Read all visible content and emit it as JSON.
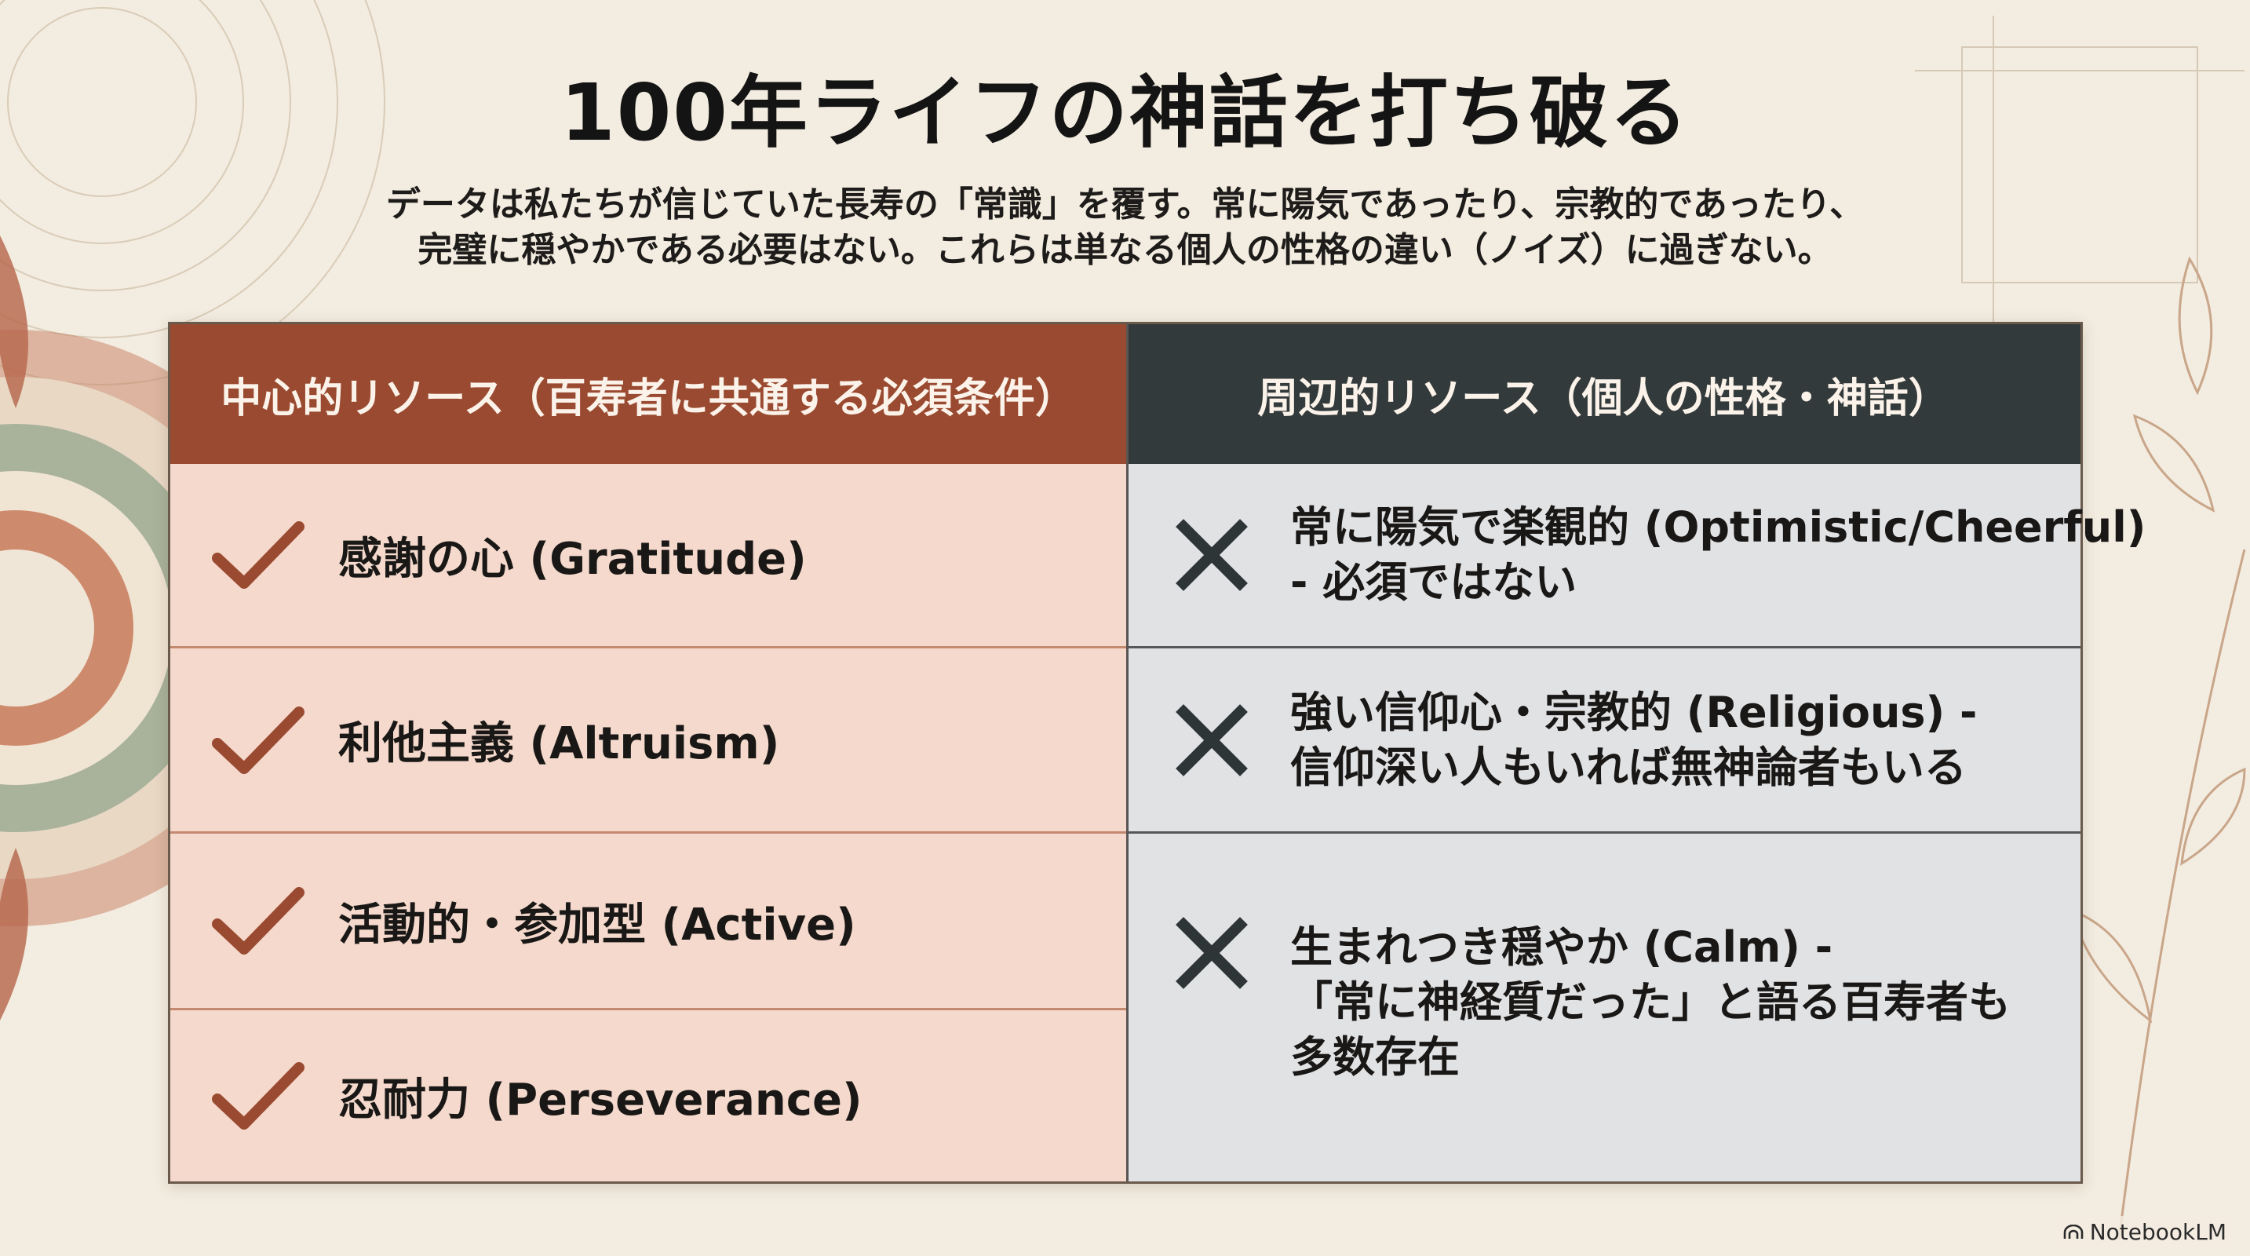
{
  "title": "100年ライフの神話を打ち破る",
  "subtitle": {
    "line1": "データは私たちが信じていた長寿の「常識」を覆す。常に陽気であったり、宗教的であったり、",
    "line2": "完璧に穏やかである必要はない。これらは単なる個人の性格の違い（ノイズ）に過ぎない。"
  },
  "table": {
    "left_header": "中心的リソース（百寿者に共通する必須条件）",
    "right_header": "周辺的リソース（個人の性格・神話）",
    "core_items": [
      {
        "icon": "check-icon",
        "label": "感謝の心 (Gratitude)"
      },
      {
        "icon": "check-icon",
        "label": "利他主義 (Altruism)"
      },
      {
        "icon": "check-icon",
        "label": "活動的・参加型 (Active)"
      },
      {
        "icon": "check-icon",
        "label": "忍耐力 (Perseverance)"
      }
    ],
    "myth_items": [
      {
        "icon": "cross-icon",
        "lines": [
          "常に陽気で楽観的 (Optimistic/Cheerful)",
          "- 必須ではない"
        ]
      },
      {
        "icon": "cross-icon",
        "lines": [
          "強い信仰心・宗教的 (Religious) -",
          "信仰深い人もいれば無神論者もいる"
        ]
      },
      {
        "icon": "cross-icon",
        "lines": [
          "生まれつき穏やか (Calm) -",
          "「常に神経質だった」と語る百寿者も",
          "多数存在"
        ]
      }
    ]
  },
  "colors": {
    "left_header_bg": "#9a4a30",
    "right_header_bg": "#333a3b",
    "left_body_bg": "#f4d9cc",
    "right_body_bg": "#e1e2e4",
    "check_color": "#9a4a30",
    "cross_color": "#2e3536"
  },
  "brand": {
    "label": "NotebookLM"
  }
}
